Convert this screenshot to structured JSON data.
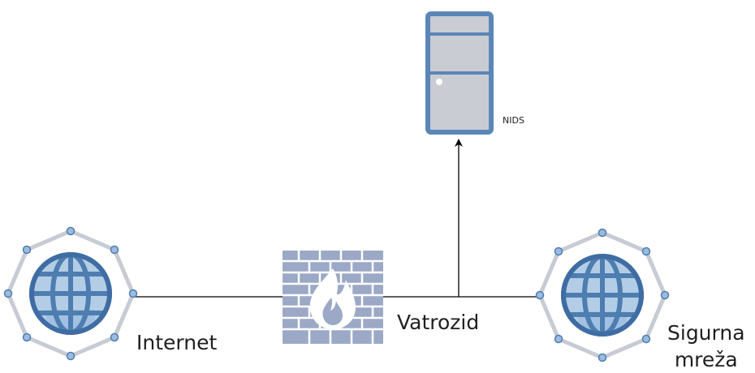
{
  "labels": {
    "internet": "Internet",
    "firewall": "Vatrozid",
    "nids": "NIDS",
    "secure_network_line1": "Sigurna",
    "secure_network_line2": "mreža"
  },
  "colors": {
    "icon_blue": "#4e7db0",
    "icon_light": "#b3cde6",
    "ring_gray": "#c7cbd3",
    "node_blue": "#9bbbdf",
    "server_fill": "#c9ccd2",
    "server_stroke": "#5b86b7",
    "wall_fill": "#9ca9c6",
    "line": "#000000"
  },
  "icons": {
    "internet": "globe-network-icon",
    "firewall": "firewall-icon",
    "nids": "server-icon",
    "secure_network": "globe-network-icon"
  }
}
